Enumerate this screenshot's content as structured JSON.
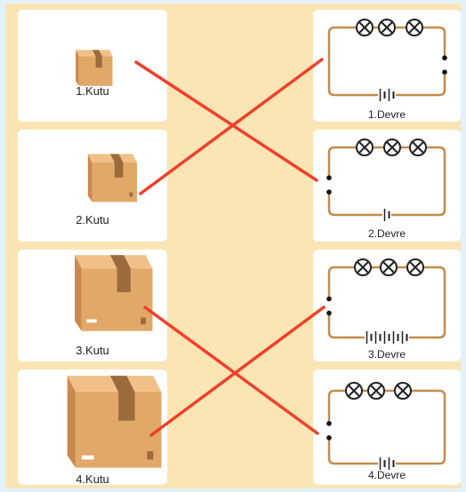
{
  "boxes": [
    {
      "label": "1.Kutu"
    },
    {
      "label": "2.Kutu"
    },
    {
      "label": "3.Kutu"
    },
    {
      "label": "4.Kutu"
    }
  ],
  "circuits": [
    {
      "label": "1.Devre",
      "bulbs": 3,
      "cells": 2
    },
    {
      "label": "2.Devre",
      "bulbs": 3,
      "cells": 1
    },
    {
      "label": "3.Devre",
      "bulbs": 3,
      "cells": 5
    },
    {
      "label": "4.Devre",
      "bulbs": 3,
      "cells": 2
    }
  ],
  "matches": [
    {
      "box": "1.Kutu",
      "circuit": "2.Devre"
    },
    {
      "box": "2.Kutu",
      "circuit": "1.Devre"
    },
    {
      "box": "3.Kutu",
      "circuit": "4.Devre"
    },
    {
      "box": "4.Kutu",
      "circuit": "3.Devre"
    }
  ],
  "colors": {
    "background": "#e3f1fb",
    "panel": "#fbe5b5",
    "card": "#ffffff",
    "wire": "#c58b4a",
    "match_line": "#f0402a",
    "box": "#e2a868",
    "tape": "#9c6b3c"
  }
}
